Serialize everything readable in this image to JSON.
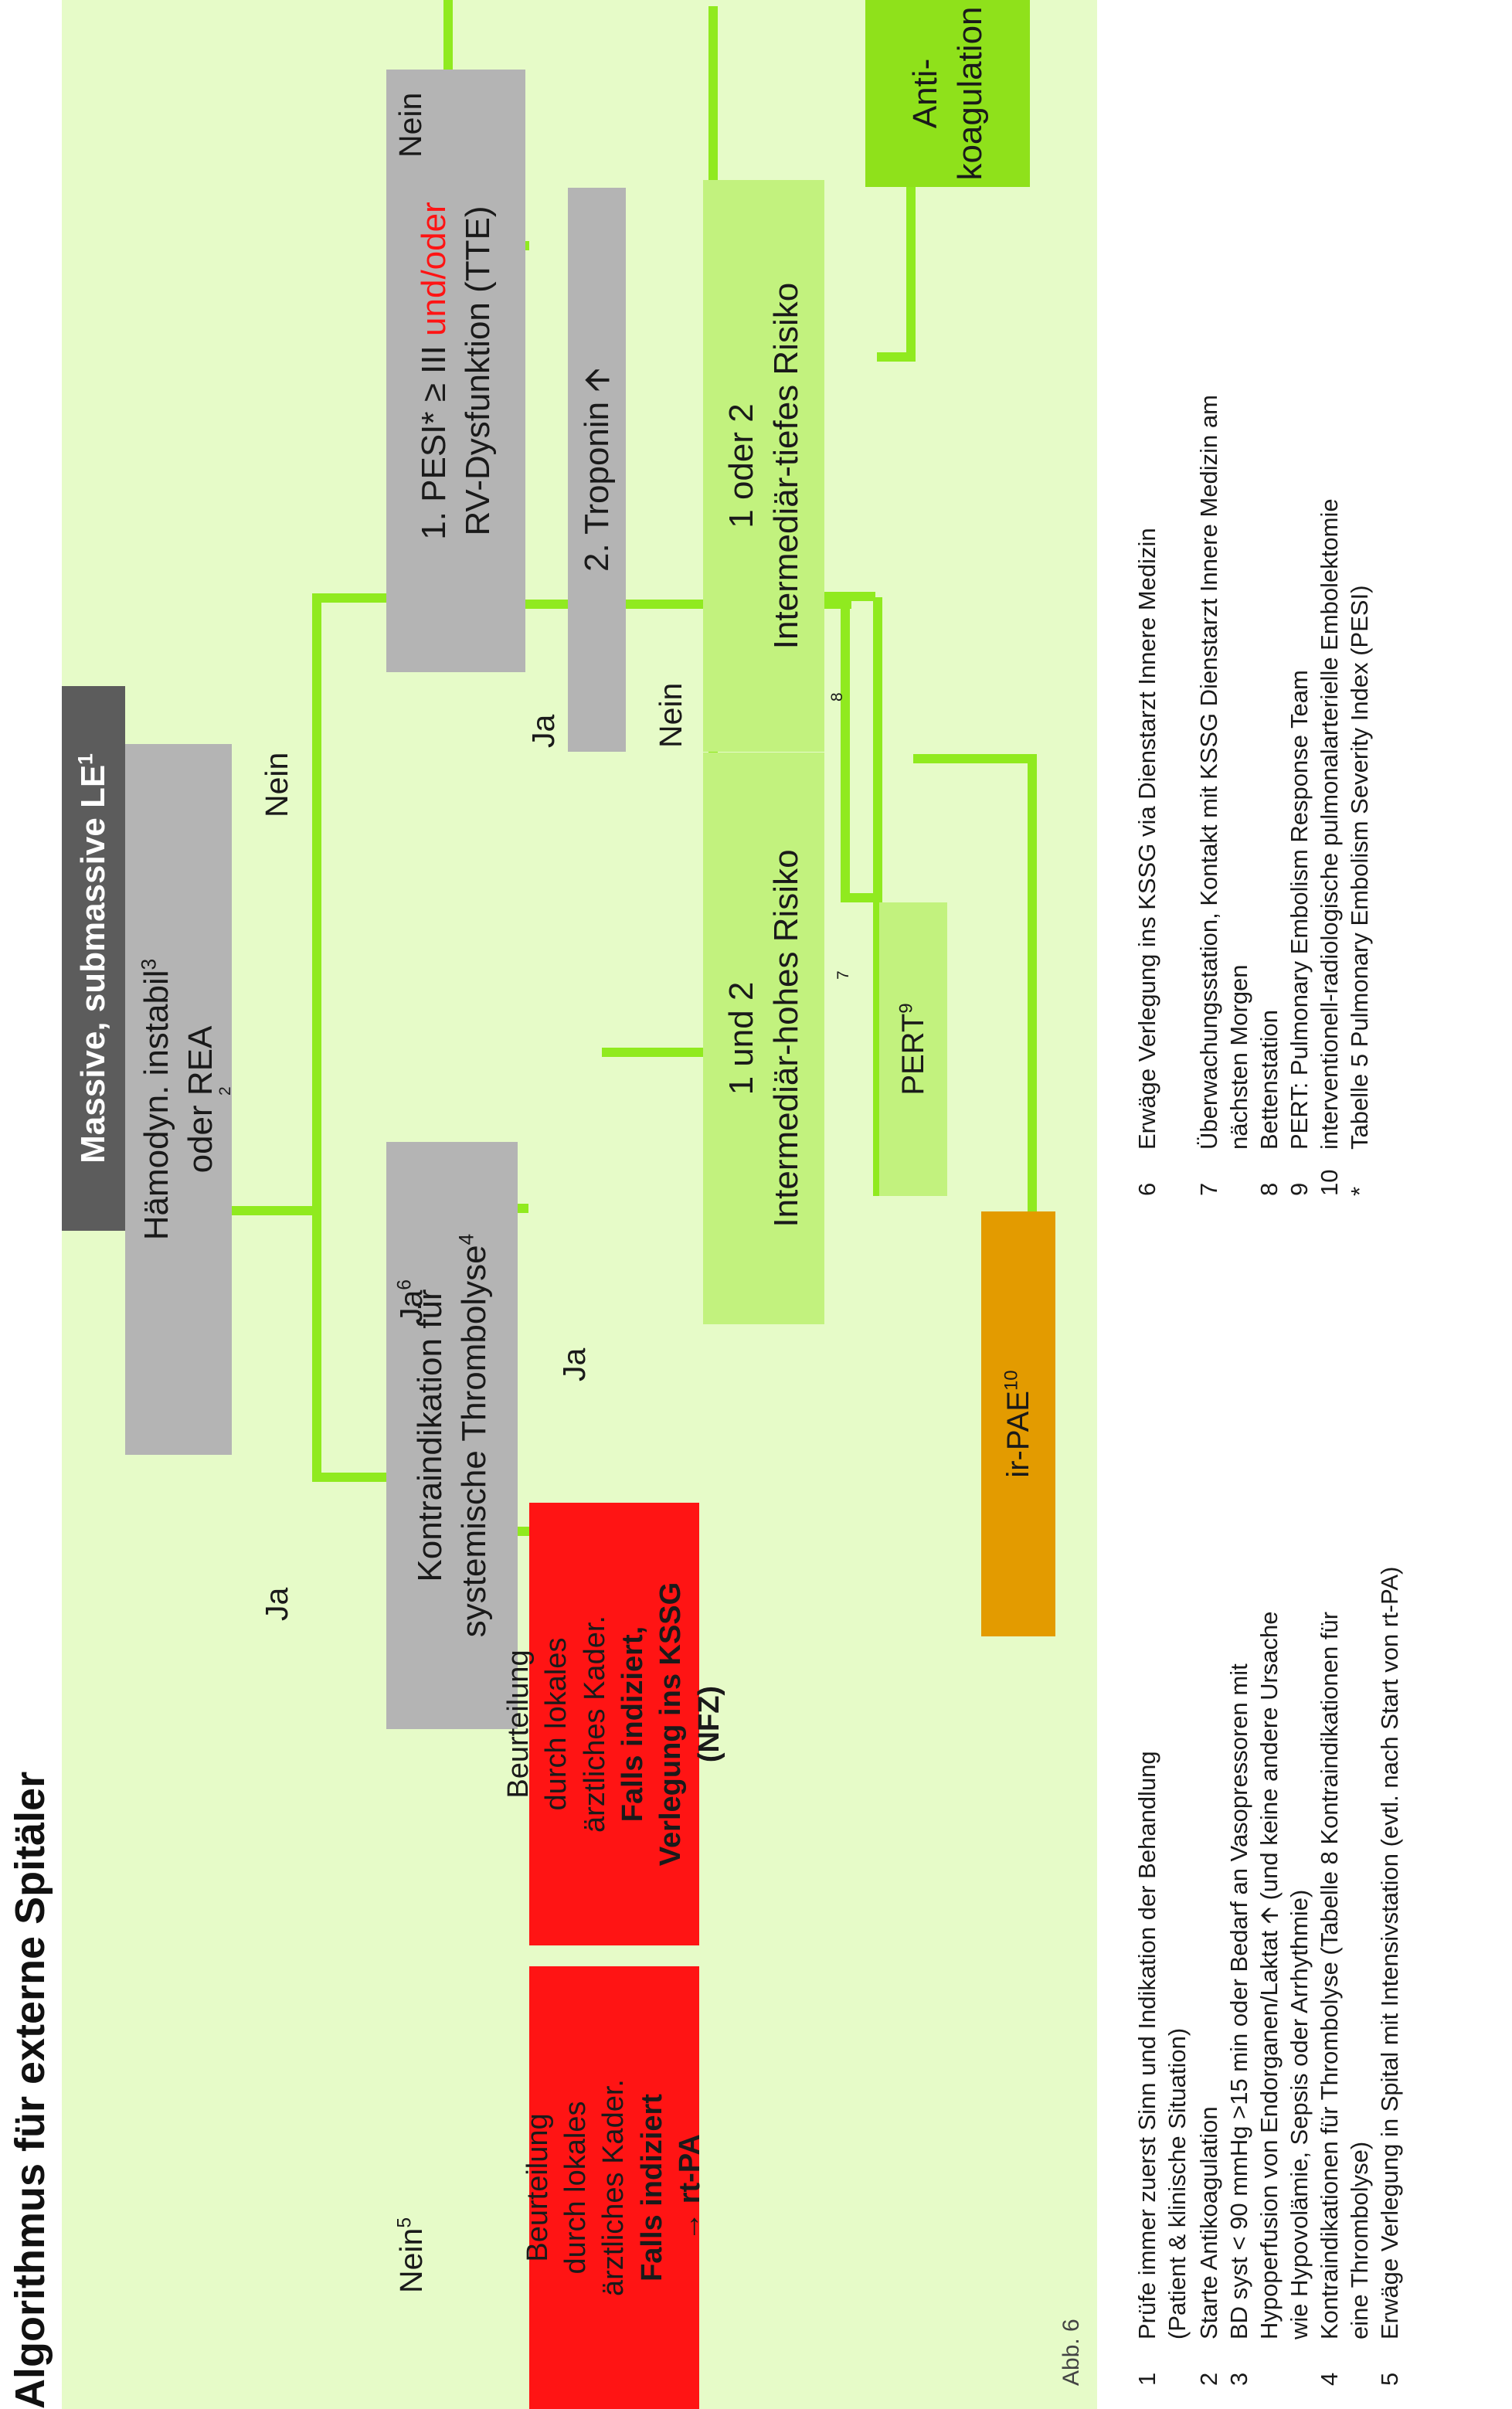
{
  "title": "Algorithmus für externe Spitäler",
  "figure_label": "Abb. 6",
  "colors": {
    "background": "#e6fbc8",
    "connector": "#90ea1f",
    "grey_box": "#b4b4b4",
    "dark_box": "#5c5c5c",
    "red_box": "#ff1414",
    "light_green_box": "#c2f27e",
    "green_box": "#8fe11b",
    "orange_box": "#e39b00",
    "highlight_red": "#ff1414"
  },
  "nodes": {
    "massive": {
      "text": "Massive, submassive LE",
      "sup": "1"
    },
    "haemodyn": {
      "line1": "Hämodyn. instabil",
      "sup": "3",
      "line2": "oder REA"
    },
    "kontra": {
      "line1": "Kontraindikation für",
      "line2": "systemische Thrombolyse",
      "sup": "4"
    },
    "pesi": {
      "line1_pre": "1. PESI* ≥ III ",
      "line1_highlight": "und/oder",
      "line2": "RV-Dysfunktion (TTE)"
    },
    "troponin": {
      "text": "2. Troponin",
      "arrow": "🡩"
    },
    "int_tief": {
      "line1": "1 oder 2",
      "line2": "Intermediär-tiefes Risiko"
    },
    "int_hoch": {
      "line1": "1 und 2",
      "line2": "Intermediär-hohes Risiko"
    },
    "pert": {
      "text": "PERT",
      "sup": "9"
    },
    "irpae": {
      "text": "ir-PAE",
      "sup": "10"
    },
    "antikoag": {
      "line1": "Anti-",
      "line2": "koagulation"
    },
    "red_left": {
      "l1": "Beurteilung",
      "l2": "durch lokales",
      "l3": "ärztliches Kader.",
      "l4": "Falls indiziert",
      "l5": "→ rt-PA"
    },
    "red_right": {
      "l1": "Beurteilung",
      "l2": "durch lokales",
      "l3": "ärztliches Kader.",
      "l4": "Falls indiziert,",
      "l5": "Verlegung ins KSSG",
      "l6": "(NFZ)"
    }
  },
  "labels": {
    "ja_left": "Ja",
    "nein_mid": "Nein",
    "nein5": "Nein",
    "nein5_sup": "5",
    "ja6": "Ja",
    "ja6_sup": "6",
    "ja_pesi": "Ja",
    "nein_top": "Nein",
    "nein_trop": "Nein",
    "ja_trop": "Ja",
    "note2": "2",
    "note7": "7",
    "note8": "8"
  },
  "footnotes": {
    "left": [
      {
        "num": "1",
        "lines": [
          "Prüfe immer zuerst Sinn und Indikation der Behandlung",
          "(Patient & klinische Situation)"
        ]
      },
      {
        "num": "2",
        "lines": [
          "Starte Antikoagulation"
        ]
      },
      {
        "num": "3",
        "lines": [
          "BD syst < 90 mmHg >15 min oder Bedarf an Vasopressoren mit",
          "Hypoperfusion von Endorganen/Laktat 🡩 (und keine andere Ursache",
          "wie Hypovolämie, Sepsis oder Arrhythmie)"
        ]
      },
      {
        "num": "4",
        "lines": [
          "Kontraindikationen für Thrombolyse (Tabelle 8 Kontraindikationen für",
          "eine Thrombolyse)"
        ]
      },
      {
        "num": "5",
        "lines": [
          "Erwäge Verlegung in Spital mit Intensivstation (evtl. nach Start von rt-PA)"
        ]
      }
    ],
    "right": [
      {
        "num": "6",
        "lines": [
          "Erwäge Verlegung ins KSSG via Dienstarzt Innere Medizin"
        ]
      },
      {
        "num": "7",
        "lines": [
          "Überwachungsstation, Kontakt mit KSSG Dienstarzt Innere Medizin am",
          "nächsten Morgen"
        ]
      },
      {
        "num": "8",
        "lines": [
          "Bettenstation"
        ]
      },
      {
        "num": "9",
        "lines": [
          "PERT: Pulmonary Embolism Response Team"
        ]
      },
      {
        "num": "10",
        "lines": [
          "interventionell-radiologische pulmonalarterielle Embolektomie"
        ]
      },
      {
        "num": "*",
        "lines": [
          "Tabelle 5 Pulmonary Embolism Severity Index (PESI)"
        ]
      }
    ]
  }
}
